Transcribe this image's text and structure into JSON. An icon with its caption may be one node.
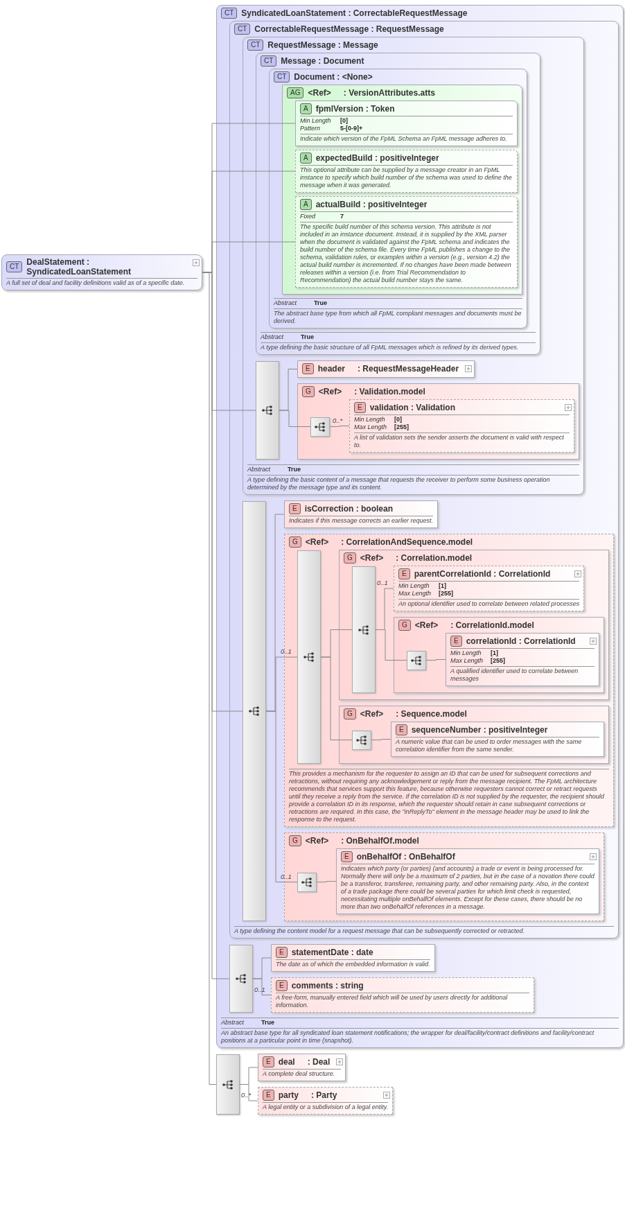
{
  "diagram": {
    "nodes": [
      {
        "text": [
          "CT",
          "DealStatement : SyndicatedLoanStatement",
          "A full set of deal and facility definitions valid as of a specific date."
        ]
      },
      {
        "text": [
          "CT",
          "SyndicatedLoanStatement : CorrectableRequestMessage",
          "Abstract",
          "True",
          "An abstract base type for all syndicated loan statement notifications; the wrapper for deal/facility/contract definitions and facility/contract positions at a particular point in time (snapshot)."
        ]
      },
      {
        "text": [
          "CT",
          "CorrectableRequestMessage : RequestMessage",
          "A type defining the content model for a request message that can be subsequently corrected or retracted."
        ],
        "in": 1
      },
      {
        "text": [
          "CT",
          "RequestMessage : Message",
          "Abstract",
          "True",
          "A type defining the basic content of a message that requests the receiver to perform some business operation determined by the message type and its content."
        ],
        "in": 2
      },
      {
        "text": [
          "CT",
          "Message : Document",
          "Abstract",
          "True",
          "A type defining the basic structure of all FpML messages which is refined by its derived types."
        ],
        "in": 3
      },
      {
        "text": [
          "CT",
          "Document : <None>",
          "Abstract",
          "True",
          "The abstract base type from which all FpML compliant messages and documents must be derived."
        ],
        "in": 4
      },
      {
        "text": [
          "AG",
          "<Ref>",
          ": VersionAttributes.atts"
        ],
        "in": 5
      },
      {
        "text": [
          "A",
          "fpmlVersion : Token",
          "Min Length",
          "[0]",
          "Pattern",
          "5-[0-9]+",
          "Indicate which version of the FpML Schema an FpML message adheres to."
        ],
        "in": 6
      },
      {
        "text": [
          "A",
          "expectedBuild : positiveInteger",
          "This optional attribute can be supplied by a message creator in an FpML instance to specify which build number of the schema was used to define the message when it was generated."
        ],
        "in": 6
      },
      {
        "text": [
          "A",
          "actualBuild : positiveInteger",
          "Fixed",
          "7",
          "The specific build number of this schema version. This attribute is not included in an instance document. Instead, it is supplied by the XML parser when the document is validated against the FpML schema and indicates the build number of the schema file. Every time FpML publishes a change to the schema, validation rules, or examples within a version (e.g., version 4.2) the actual build number is incremented. If no changes have been made between releases within a version (i.e. from Trial Recommendation to Recommendation) the actual build number stays the same."
        ],
        "in": 6
      },
      {
        "text": [],
        "shape": "box",
        "in": 3
      },
      {
        "text": [
          "E",
          "header",
          ": RequestMessageHeader"
        ],
        "in": 3
      },
      {
        "text": [
          "G",
          "<Ref>",
          ": Validation.model"
        ],
        "in": 3
      },
      {
        "text": [],
        "shape": "box",
        "in": 12
      },
      {
        "text": [
          "E",
          "validation : Validation",
          "Min Length",
          "[0]",
          "Max Length",
          "[255]",
          "A list of validation sets the sender asserts the document is valid with respect to."
        ],
        "in": 12
      },
      {
        "text": [],
        "shape": "box",
        "in": 2
      },
      {
        "text": [
          "E",
          "isCorrection : boolean",
          "Indicates if this message corrects an earlier request."
        ],
        "in": 2
      },
      {
        "text": [
          "G",
          "<Ref>",
          ": CorrelationAndSequence.model",
          "This provides a mechanism for the requester to assign an ID that can be used for subsequent corrections and retractions, without requiring any acknowledgement or reply from the message recipient. The FpML architecture recommends that services support this feature, because otherwise requesters cannot correct or retract requests until they receive a reply from the service. If the correlation ID is not supplied by the requester, the recipient should provide a correlation ID in its response, which the requester should retain in case subsequent corrections or retractions are required. In this case, the \"inReplyTo\" element in the message header may be used to link the response to the request."
        ],
        "in": 2
      },
      {
        "text": [],
        "shape": "box",
        "in": 17
      },
      {
        "text": [
          "G",
          "<Ref>",
          ": Correlation.model"
        ],
        "in": 17
      },
      {
        "text": [],
        "shape": "box",
        "in": 19
      },
      {
        "text": [
          "E",
          "parentCorrelationId : CorrelationId",
          "Min Length",
          "[1]",
          "Max Length",
          "[255]",
          "An optional identifier used to correlate between related processes"
        ],
        "in": 19
      },
      {
        "text": [
          "G",
          "<Ref>",
          ": CorrelationId.model"
        ],
        "in": 19
      },
      {
        "text": [],
        "shape": "box",
        "in": 22
      },
      {
        "text": [
          "E",
          "correlationId : CorrelationId",
          "Min Length",
          "[1]",
          "Max Length",
          "[255]",
          "A qualified identifier used to correlate between messages"
        ],
        "in": 22
      },
      {
        "text": [
          "G",
          "<Ref>",
          ": Sequence.model"
        ],
        "in": 17
      },
      {
        "text": [],
        "shape": "box",
        "in": 25
      },
      {
        "text": [
          "E",
          "sequenceNumber : positiveInteger",
          "A numeric value that can be used to order messages with the same correlation identifier from the same sender."
        ],
        "in": 25
      },
      {
        "text": [
          "G",
          "<Ref>",
          ": OnBehalfOf.model"
        ],
        "in": 2
      },
      {
        "text": [],
        "shape": "box",
        "in": 28
      },
      {
        "text": [
          "E",
          "onBehalfOf : OnBehalfOf",
          "Indicates which party (or parties) (and accounts) a trade or event is being processed for. Normally there will only be a maximum of 2 parties, but in the case of a novation there could be a transferor, transferee, remaining party, and other remaining party. Also, in the context of a trade package there could be several parties for which limit check is requested, necessitating multiple onBehalfOf elements. Except for these cases, there should be no more than two onBehalfOf references in a message."
        ],
        "in": 28
      },
      {
        "text": [],
        "shape": "box",
        "in": 1
      },
      {
        "text": [
          "E",
          "statementDate : date",
          "The date as of which the embedded information is valid."
        ],
        "in": 1
      },
      {
        "text": [
          "E",
          "comments : string",
          "A free-form, manually entered field which will be used by users directly for additional information."
        ],
        "in": 1
      },
      {
        "text": [],
        "shape": "box"
      },
      {
        "text": [
          "E",
          "deal",
          ": Deal",
          "A complete deal structure."
        ]
      },
      {
        "text": [
          "E",
          "party",
          ": Party",
          "A legal entity or a subdivision of a legal entity."
        ]
      }
    ],
    "edges": [
      {
        "from": 0,
        "to": 7,
        "arrow": "none"
      },
      {
        "from": 0,
        "to": 8,
        "arrow": "none"
      },
      {
        "from": 0,
        "to": 9,
        "arrow": "none"
      },
      {
        "from": 0,
        "to": 10,
        "arrow": "none"
      },
      {
        "from": 10,
        "to": 11,
        "arrow": "none"
      },
      {
        "from": 10,
        "to": 13,
        "arrow": "none"
      },
      {
        "from": 13,
        "to": 14,
        "arrow": "none",
        "label": "0..*"
      },
      {
        "from": 0,
        "to": 15,
        "arrow": "none"
      },
      {
        "from": 15,
        "to": 16,
        "arrow": "none"
      },
      {
        "from": 15,
        "to": 18,
        "arrow": "none",
        "label": "0..1"
      },
      {
        "from": 18,
        "to": 20,
        "arrow": "none"
      },
      {
        "from": 20,
        "to": 21,
        "arrow": "none",
        "label": "0..1"
      },
      {
        "from": 20,
        "to": 23,
        "arrow": "none"
      },
      {
        "from": 23,
        "to": 24,
        "arrow": "none"
      },
      {
        "from": 18,
        "to": 26,
        "arrow": "none"
      },
      {
        "from": 26,
        "to": 27,
        "arrow": "none"
      },
      {
        "from": 15,
        "to": 29,
        "arrow": "none",
        "label": "0..1"
      },
      {
        "from": 29,
        "to": 30,
        "arrow": "none"
      },
      {
        "from": 0,
        "to": 31,
        "arrow": "none"
      },
      {
        "from": 31,
        "to": 32,
        "arrow": "none"
      },
      {
        "from": 31,
        "to": 33,
        "arrow": "none",
        "label": "0..1"
      },
      {
        "from": 0,
        "to": 34,
        "arrow": "none"
      },
      {
        "from": 34,
        "to": 35,
        "arrow": "none"
      },
      {
        "from": 34,
        "to": 36,
        "arrow": "none",
        "label": "0..*"
      }
    ]
  }
}
